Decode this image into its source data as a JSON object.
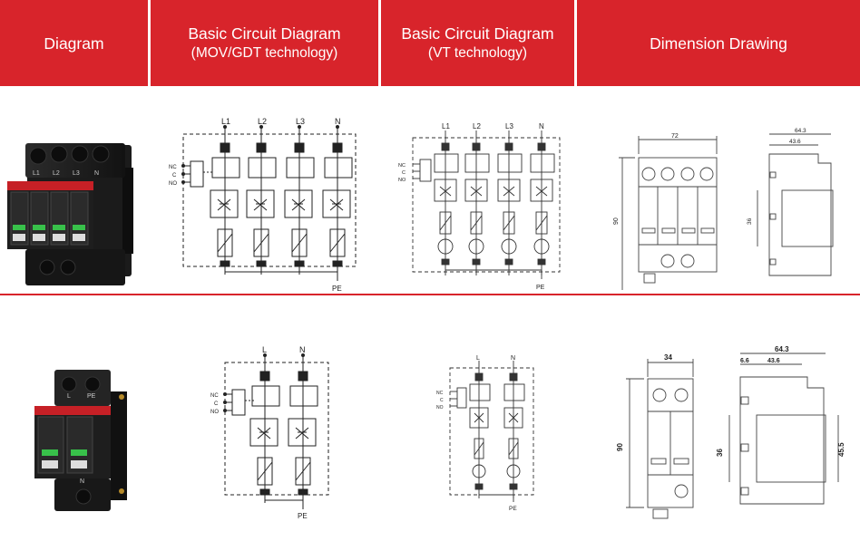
{
  "header": {
    "col1": "Diagram",
    "col2_title": "Basic Circuit Diagram",
    "col2_sub": "(MOV/GDT technology)",
    "col3_title": "Basic Circuit Diagram",
    "col3_sub": "(VT technology)",
    "col4": "Dimension Drawing"
  },
  "row1": {
    "device_labels": [
      "L1",
      "L2",
      "L3",
      "N"
    ],
    "mov_terms": [
      "L1",
      "L2",
      "L3",
      "N"
    ],
    "mov_side": [
      "NC",
      "C",
      "NO"
    ],
    "pe": "PE",
    "vt_terms": [
      "L1",
      "L2",
      "L3",
      "N"
    ],
    "vt_side": [
      "NC",
      "C",
      "NO"
    ],
    "vt_pe": "PE",
    "dim_front_width": "72",
    "dim_height": "90",
    "dim_side_total": "64.3",
    "dim_side_inner": "43.6",
    "dim_side_mid": "36"
  },
  "row2": {
    "device_labels": [
      "L",
      "PE",
      "N"
    ],
    "mov_terms": [
      "L",
      "N"
    ],
    "mov_side": [
      "NC",
      "C",
      "NO"
    ],
    "pe": "PE",
    "vt_terms": [
      "L",
      "N"
    ],
    "vt_side": [
      "NC",
      "C",
      "NO"
    ],
    "vt_pe": "PE",
    "dim_front_width": "34",
    "dim_height": "90",
    "dim_side_total": "64.3",
    "dim_side_left": "6.6",
    "dim_side_inner": "43.6",
    "dim_side_mid": "36",
    "dim_side_right": "45.5"
  }
}
